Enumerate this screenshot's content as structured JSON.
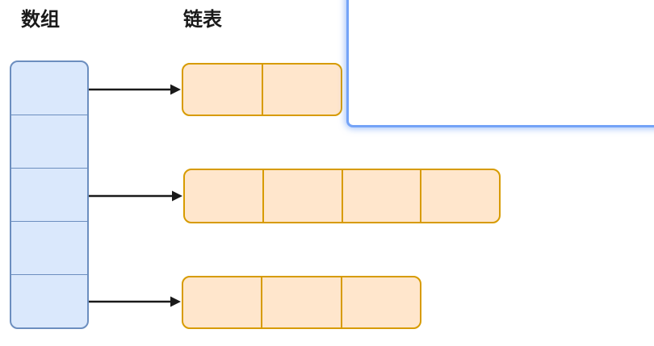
{
  "diagram": {
    "array_label": "数组",
    "list_label": "链表",
    "array": {
      "cells": 5
    },
    "lists": [
      {
        "from_array_index": 0,
        "cells": 2
      },
      {
        "from_array_index": 2,
        "cells": 4
      },
      {
        "from_array_index": 4,
        "cells": 3
      }
    ],
    "colors": {
      "array_fill": "#dae8fc",
      "array_stroke": "#6c8ebf",
      "list_fill": "#ffe6cc",
      "list_stroke": "#d79b00",
      "arrow": "#1a1a1a",
      "panel_border": "#74a3f7"
    }
  }
}
